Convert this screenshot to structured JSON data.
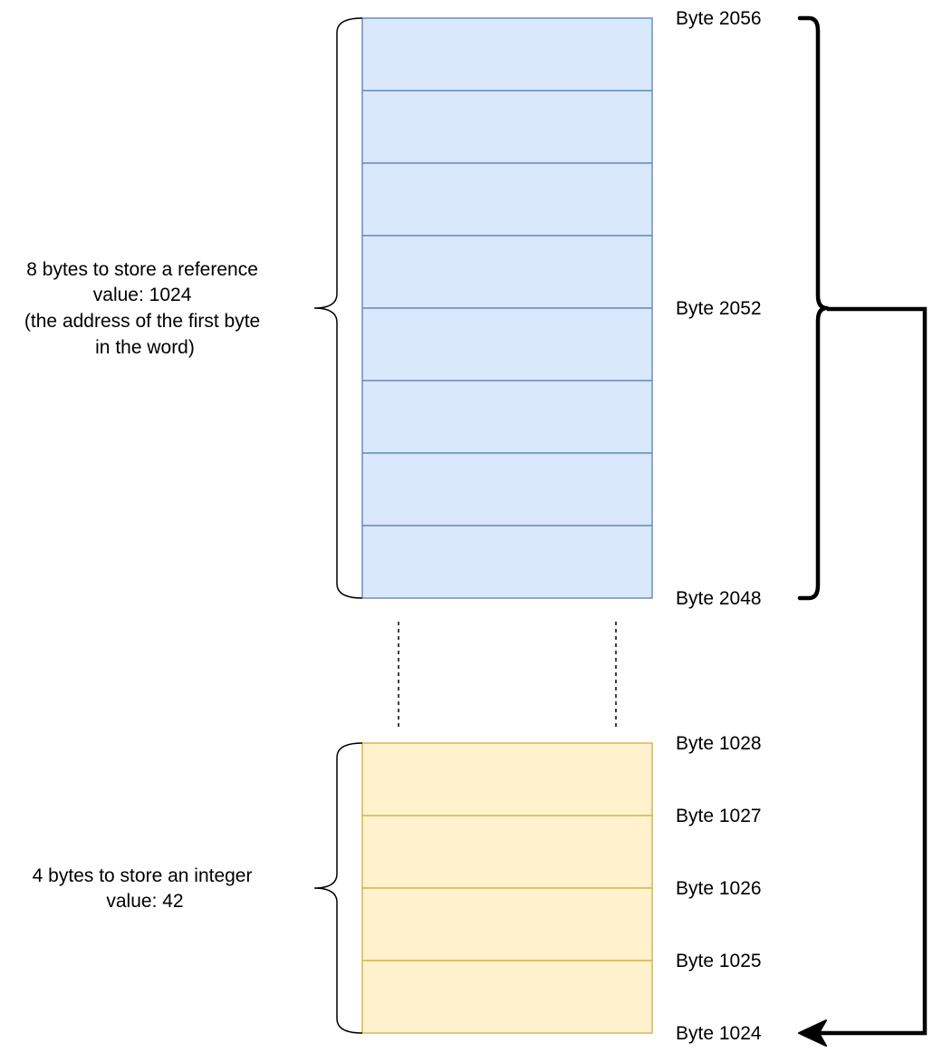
{
  "blocks": {
    "reference": {
      "cell_count": 8,
      "fill": "#dae8fc",
      "stroke": "#6c8ebf",
      "byte_labels": [
        "Byte 2056",
        "Byte 2052",
        "Byte 2048"
      ]
    },
    "integer": {
      "cell_count": 4,
      "fill": "#fff2cc",
      "stroke": "#d6b656",
      "byte_labels": [
        "Byte 1028",
        "Byte 1027",
        "Byte 1026",
        "Byte 1025",
        "Byte 1024"
      ]
    }
  },
  "annotations": {
    "reference_note": [
      "8 bytes to store a reference",
      "value: 1024",
      "(the address of the first byte",
      "in the word)"
    ],
    "integer_note": [
      "4 bytes to store an integer",
      "value: 42"
    ]
  }
}
